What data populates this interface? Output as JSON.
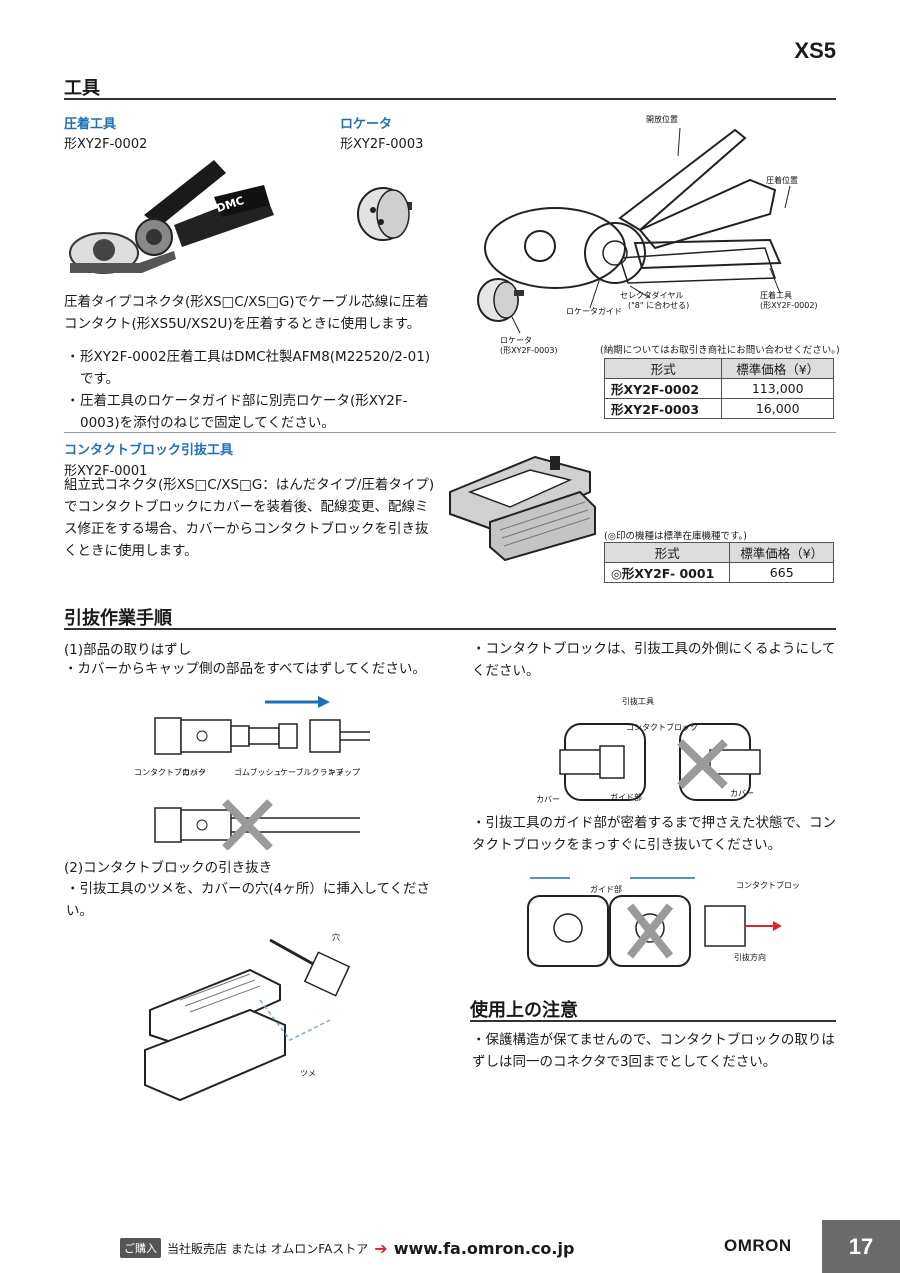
{
  "header": {
    "product_code": "XS5"
  },
  "tools_section": {
    "title": "工具",
    "crimp_tool": {
      "title": "圧着工具",
      "model": "形XY2F-0002",
      "description": "圧着タイプコネクタ(形XS□C/XS□G)でケーブル芯線に圧着コンタクト(形XS5U/XS2U)を圧着するときに使用します。",
      "bullets": [
        "形XY2F-0002圧着工具はDMC社製AFM8(M22520/2-01)です。",
        "圧着工具のロケータガイド部に別売ロケータ(形XY2F-0003)を添付のねじで固定してください。"
      ],
      "brand_mark": "DMC"
    },
    "locator": {
      "title": "ロケータ",
      "model": "形XY2F-0003"
    },
    "diagram_labels": {
      "open_position": "開放位置",
      "crimp_position": "圧着位置",
      "selector_dial": "セレクタダイヤル",
      "selector_note": "(\"8\" に合わせる)",
      "locator_guide": "ロケータガイド",
      "crimp_tool": "圧着工具",
      "crimp_tool_model": "(形XY2F-0002)",
      "locator": "ロケータ",
      "locator_model": "(形XY2F-0003)"
    },
    "price_table_1": {
      "note": "(納期についてはお取引き商社にお問い合わせください。)",
      "headers": [
        "形式",
        "標準価格（¥）"
      ],
      "rows": [
        [
          "形XY2F-0002",
          "113,000"
        ],
        [
          "形XY2F-0003",
          "16,000"
        ]
      ]
    },
    "extraction_tool": {
      "title": "コンタクトブロック引抜工具",
      "model": "形XY2F-0001",
      "description": "組立式コネクタ(形XS□C/XS□G：はんだタイプ/圧着タイプ)でコンタクトブロックにカバーを装着後、配線変更、配線ミス修正をする場合、カバーからコンタクトブロックを引き抜くときに使用します。"
    },
    "price_table_2": {
      "note": "(◎印の機種は標準在庫機種です。)",
      "headers": [
        "形式",
        "標準価格（¥）"
      ],
      "rows": [
        [
          "◎形XY2F- 0001",
          "665"
        ]
      ]
    }
  },
  "procedure_section": {
    "title": "引抜作業手順",
    "step1": {
      "heading": "(1)部品の取りはずし",
      "text": "・カバーからキャップ側の部品をすべてはずしてください。",
      "labels": [
        "コンタクトブロック",
        "カバー",
        "ゴムブッシュ",
        "ケーブルクランプ",
        "キャップ"
      ]
    },
    "step2": {
      "heading": "(2)コンタクトブロックの引き抜き",
      "text": "・引抜工具のツメを、カバーの穴(4ヶ所）に挿入してください。",
      "labels": {
        "hole": "穴",
        "claw": "ツメ"
      }
    },
    "right_col": {
      "note1": "・コンタクトブロックは、引抜工具の外側にくるようにしてください。",
      "labels1": {
        "tool": "引抜工具",
        "block": "コンタクトブロック",
        "cover_l": "カバー",
        "guide": "ガイド部",
        "cover_r": "カバー"
      },
      "note2": "・引抜工具のガイド部が密着するまで押さえた状態で、コンタクトブロックをまっすぐに引き抜いてください。",
      "labels2": {
        "guide": "ガイド部",
        "block": "コンタクトブロック",
        "direction": "引抜方向"
      }
    }
  },
  "caution_section": {
    "title": "使用上の注意",
    "text": "・保護構造が保てませんので、コンタクトブロックの取りはずしは同一のコネクタで3回までとしてください。"
  },
  "footer": {
    "badge": "ご購入",
    "text": "当社販売店 または オムロンFAストア",
    "url": "www.fa.omron.co.jp",
    "brand": "OMRON",
    "page": "17"
  },
  "colors": {
    "accent": "#1e6fb8",
    "arrow": "#d9262c",
    "cross": "#9a9a9a"
  }
}
